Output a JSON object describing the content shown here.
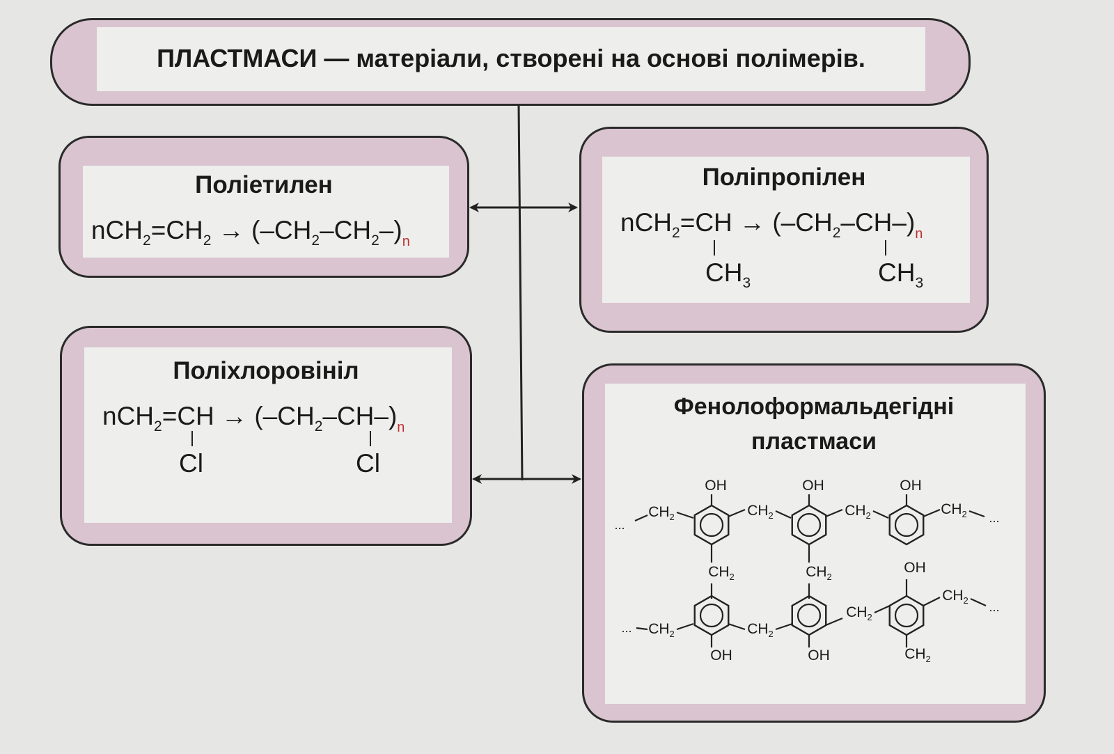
{
  "header": {
    "title_strong": "ПЛАСТМАСИ",
    "title_rest": " — матеріали, створені на основі полімерів."
  },
  "polyethylene": {
    "title": "Поліетилен",
    "formula": {
      "n": "n",
      "ch": "CH",
      "two": "2",
      "eq_ch": "=CH",
      "arrow": " → (–CH",
      "dash_ch": "–CH",
      "close": "–)",
      "sub_n": "n"
    }
  },
  "polypropylene": {
    "title": "Поліпропілен",
    "formula": {
      "left": "nCH",
      "two": "2",
      "eq_ch": "=CH",
      "arrow": " → (–CH",
      "dash_ch": "–CH–)",
      "sub_n": "n",
      "side_group": "CH",
      "side_sub": "3"
    }
  },
  "pvc": {
    "title": "Поліхлоровініл",
    "formula": {
      "left": "nCH",
      "two": "2",
      "eq_ch": "=CH",
      "arrow": " → (–CH",
      "dash_ch": "–CH–)",
      "sub_n": "n",
      "side_group": "Cl"
    }
  },
  "phenol_formaldehyde": {
    "title_line1": "Фенолоформальдегідні",
    "title_line2": "пластмаси",
    "labels": {
      "oh": "OH",
      "ch2": "CH",
      "ch2_sub": "2",
      "ellipsis": "..."
    }
  },
  "colors": {
    "frame": "#d9c4cf",
    "inner": "#eeeeec",
    "line": "#222222",
    "subscript_n": "#bb3333"
  }
}
